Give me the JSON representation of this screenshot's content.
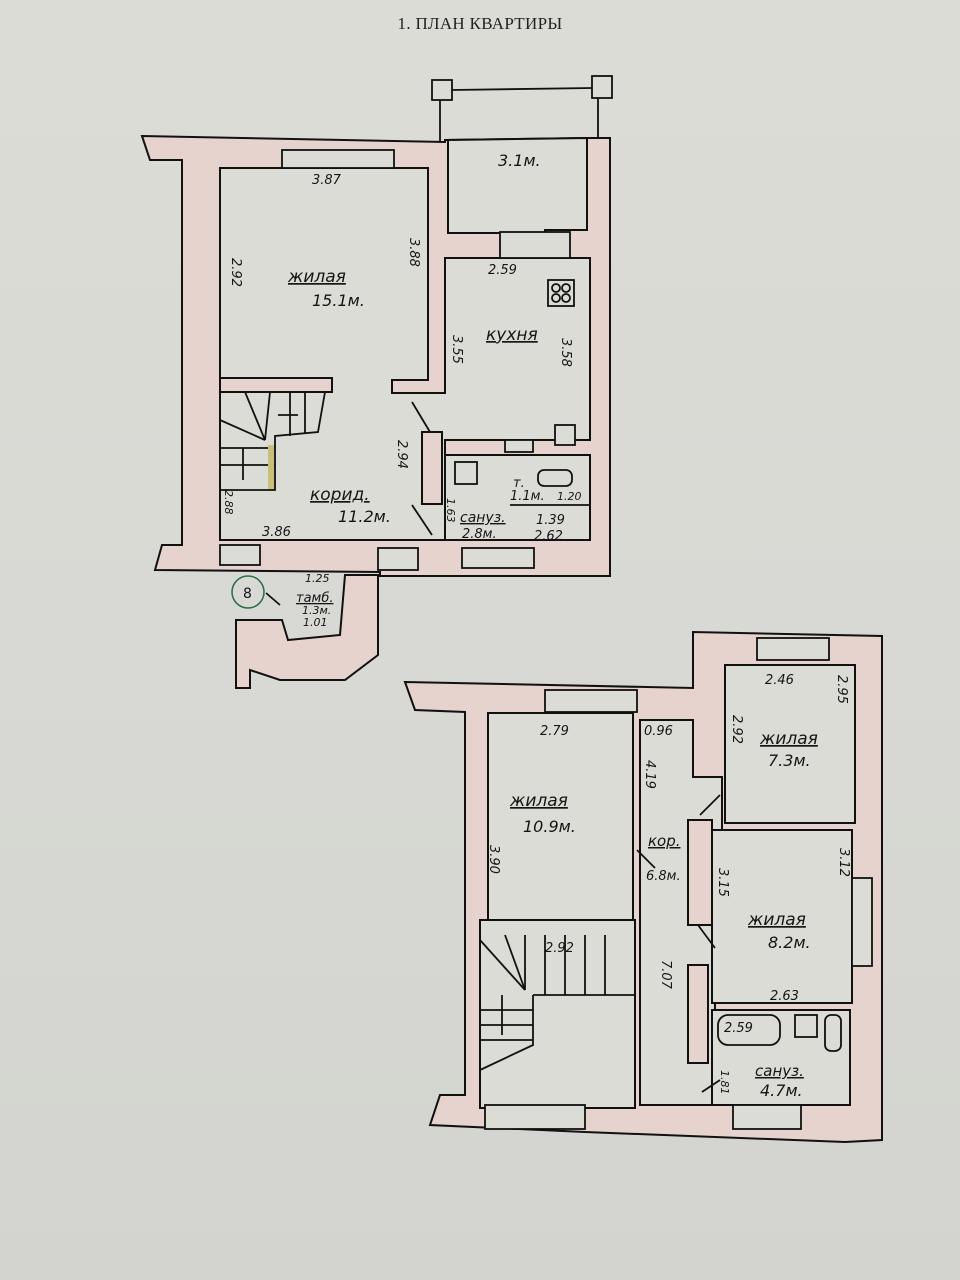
{
  "title": "1. ПЛАН КВАРТИРЫ",
  "apartment_number": "8",
  "floor1": {
    "balcony": {
      "area": "3.1м."
    },
    "living": {
      "name": "жилая",
      "area": "15.1м."
    },
    "kitchen": {
      "name": "кухня"
    },
    "corridor": {
      "name": "корид.",
      "area": "11.2м."
    },
    "wc": {
      "name": "т.",
      "area": "1.1м."
    },
    "bathroom": {
      "name": "сануз.",
      "area": "2.8м."
    },
    "vestibule": {
      "name": "тамб.",
      "area": "1.3м."
    },
    "dims": {
      "living_w": "3.87",
      "living_h_left": "2.92",
      "living_h_right": "3.88",
      "kitchen_w": "2.59",
      "kitchen_h_left": "3.55",
      "kitchen_h_right": "3.58",
      "corridor_h": "2.94",
      "corridor_w": "3.86",
      "corridor_left": "2.88",
      "wc_w": "1.20",
      "bath_w": "1.39",
      "bath_l": "2.62",
      "bath_h": "1.63",
      "vest_w": "1.25",
      "vest_h": "1.01"
    }
  },
  "floor2": {
    "room1": {
      "name": "жилая",
      "area": "10.9м."
    },
    "room2": {
      "name": "жилая",
      "area": "7.3м."
    },
    "room3": {
      "name": "жилая",
      "area": "8.2м."
    },
    "corridor": {
      "name": "кор.",
      "area": "6.8м."
    },
    "bathroom": {
      "name": "сануз.",
      "area": "4.7м."
    },
    "dims": {
      "r1_w": "2.79",
      "r1_h": "3.90",
      "cor_w": "0.96",
      "cor_h": "4.19",
      "cor_len": "7.07",
      "r2_w": "2.46",
      "r2_h_left": "2.92",
      "r2_h_right": "2.95",
      "r3_h_left": "3.15",
      "r3_h_right": "3.12",
      "r3_w": "2.63",
      "bath_w": "2.59",
      "bath_h": "1.81",
      "stair_w": "2.92"
    }
  }
}
